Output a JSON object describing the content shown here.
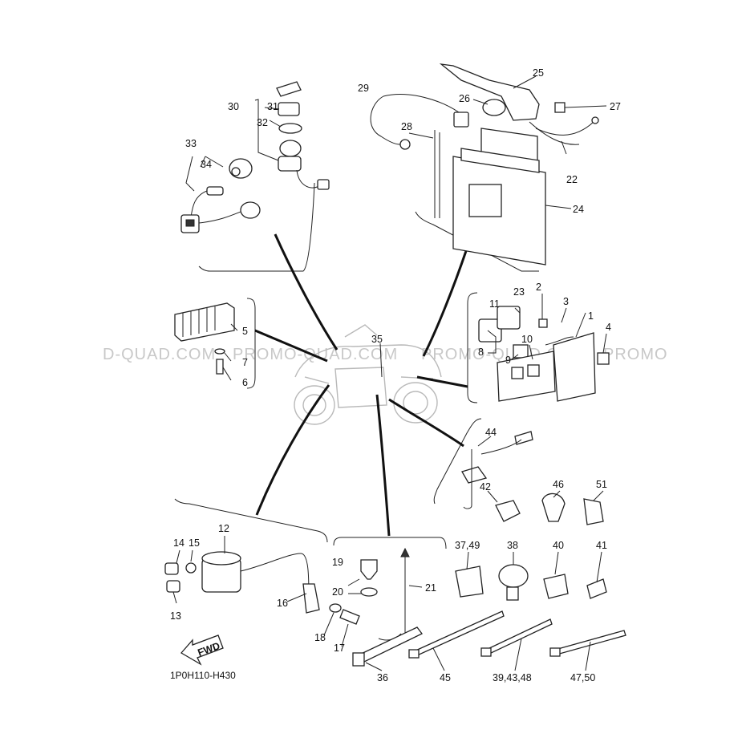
{
  "diagram": {
    "code": "1P0H110-H430",
    "fwd_label": "FWD",
    "watermark": [
      "D-QUAD.COM",
      "PROMO-QUAD.COM",
      "PROMO-QUAD.COM",
      "PROMO"
    ],
    "callouts": [
      "1",
      "2",
      "3",
      "4",
      "5",
      "6",
      "7",
      "8",
      "9",
      "10",
      "11",
      "12",
      "13",
      "14",
      "15",
      "16",
      "17",
      "18",
      "19",
      "20",
      "21",
      "22",
      "23",
      "24",
      "25",
      "26",
      "27",
      "28",
      "29",
      "30",
      "31",
      "32",
      "33",
      "34",
      "35",
      "36",
      "37,49",
      "38",
      "39,43,48",
      "40",
      "41",
      "42",
      "44",
      "45",
      "46",
      "47,50",
      "51"
    ]
  }
}
